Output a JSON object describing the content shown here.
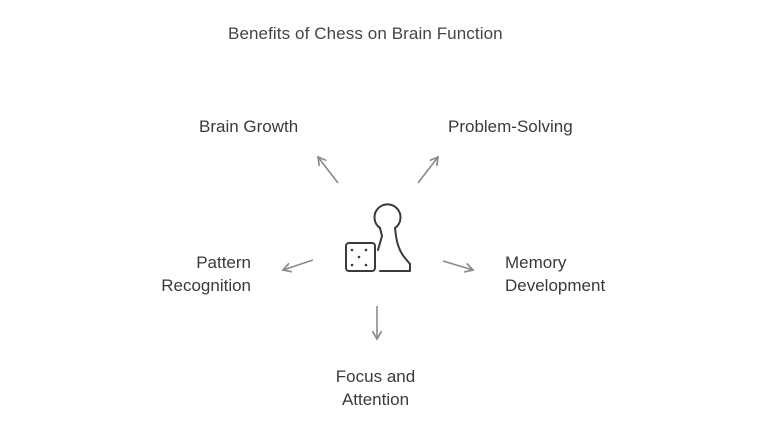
{
  "diagram": {
    "title": "Benefits of Chess on Brain Function",
    "center_icon": "chess-pawn-and-dice-icon",
    "branches": [
      {
        "id": "brain-growth",
        "lines": [
          "Brain Growth"
        ],
        "direction": "up-left"
      },
      {
        "id": "problem-solving",
        "lines": [
          "Problem-Solving"
        ],
        "direction": "up-right"
      },
      {
        "id": "pattern-recognition",
        "lines": [
          "Pattern",
          "Recognition"
        ],
        "direction": "left"
      },
      {
        "id": "memory-development",
        "lines": [
          "Memory",
          "Development"
        ],
        "direction": "right"
      },
      {
        "id": "focus-and-attention",
        "lines": [
          "Focus and",
          "Attention"
        ],
        "direction": "down"
      }
    ],
    "colors": {
      "text": "#3a3a3a",
      "arrow": "#8a8a8a",
      "icon": "#3a3a3a",
      "background": "#ffffff"
    }
  }
}
